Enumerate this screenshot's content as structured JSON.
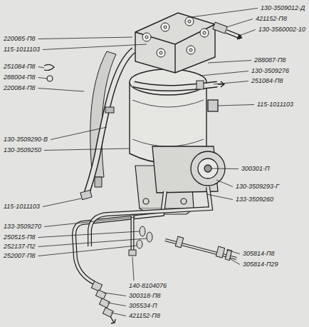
{
  "diagram": {
    "labels": [
      "130-3509012-Д",
      "421152-П8",
      "130-3560002-10",
      "220085-П8",
      "115-1011103",
      "288087-П8",
      "251084-П8",
      "130-3509276",
      "288004-П8",
      "251084-П8",
      "220084-П8",
      "115-1011103",
      "130-3509290-В",
      "130-3509250",
      "300301-П",
      "130-3509293-Г",
      "133-3509260",
      "115-1011103",
      "133-3509270",
      "250515-П8",
      "252137-П2",
      "252007-П8",
      "305814-П8",
      "305814-П29",
      "140-8104076",
      "300318-П8",
      "305534-П",
      "421152-П8"
    ]
  }
}
